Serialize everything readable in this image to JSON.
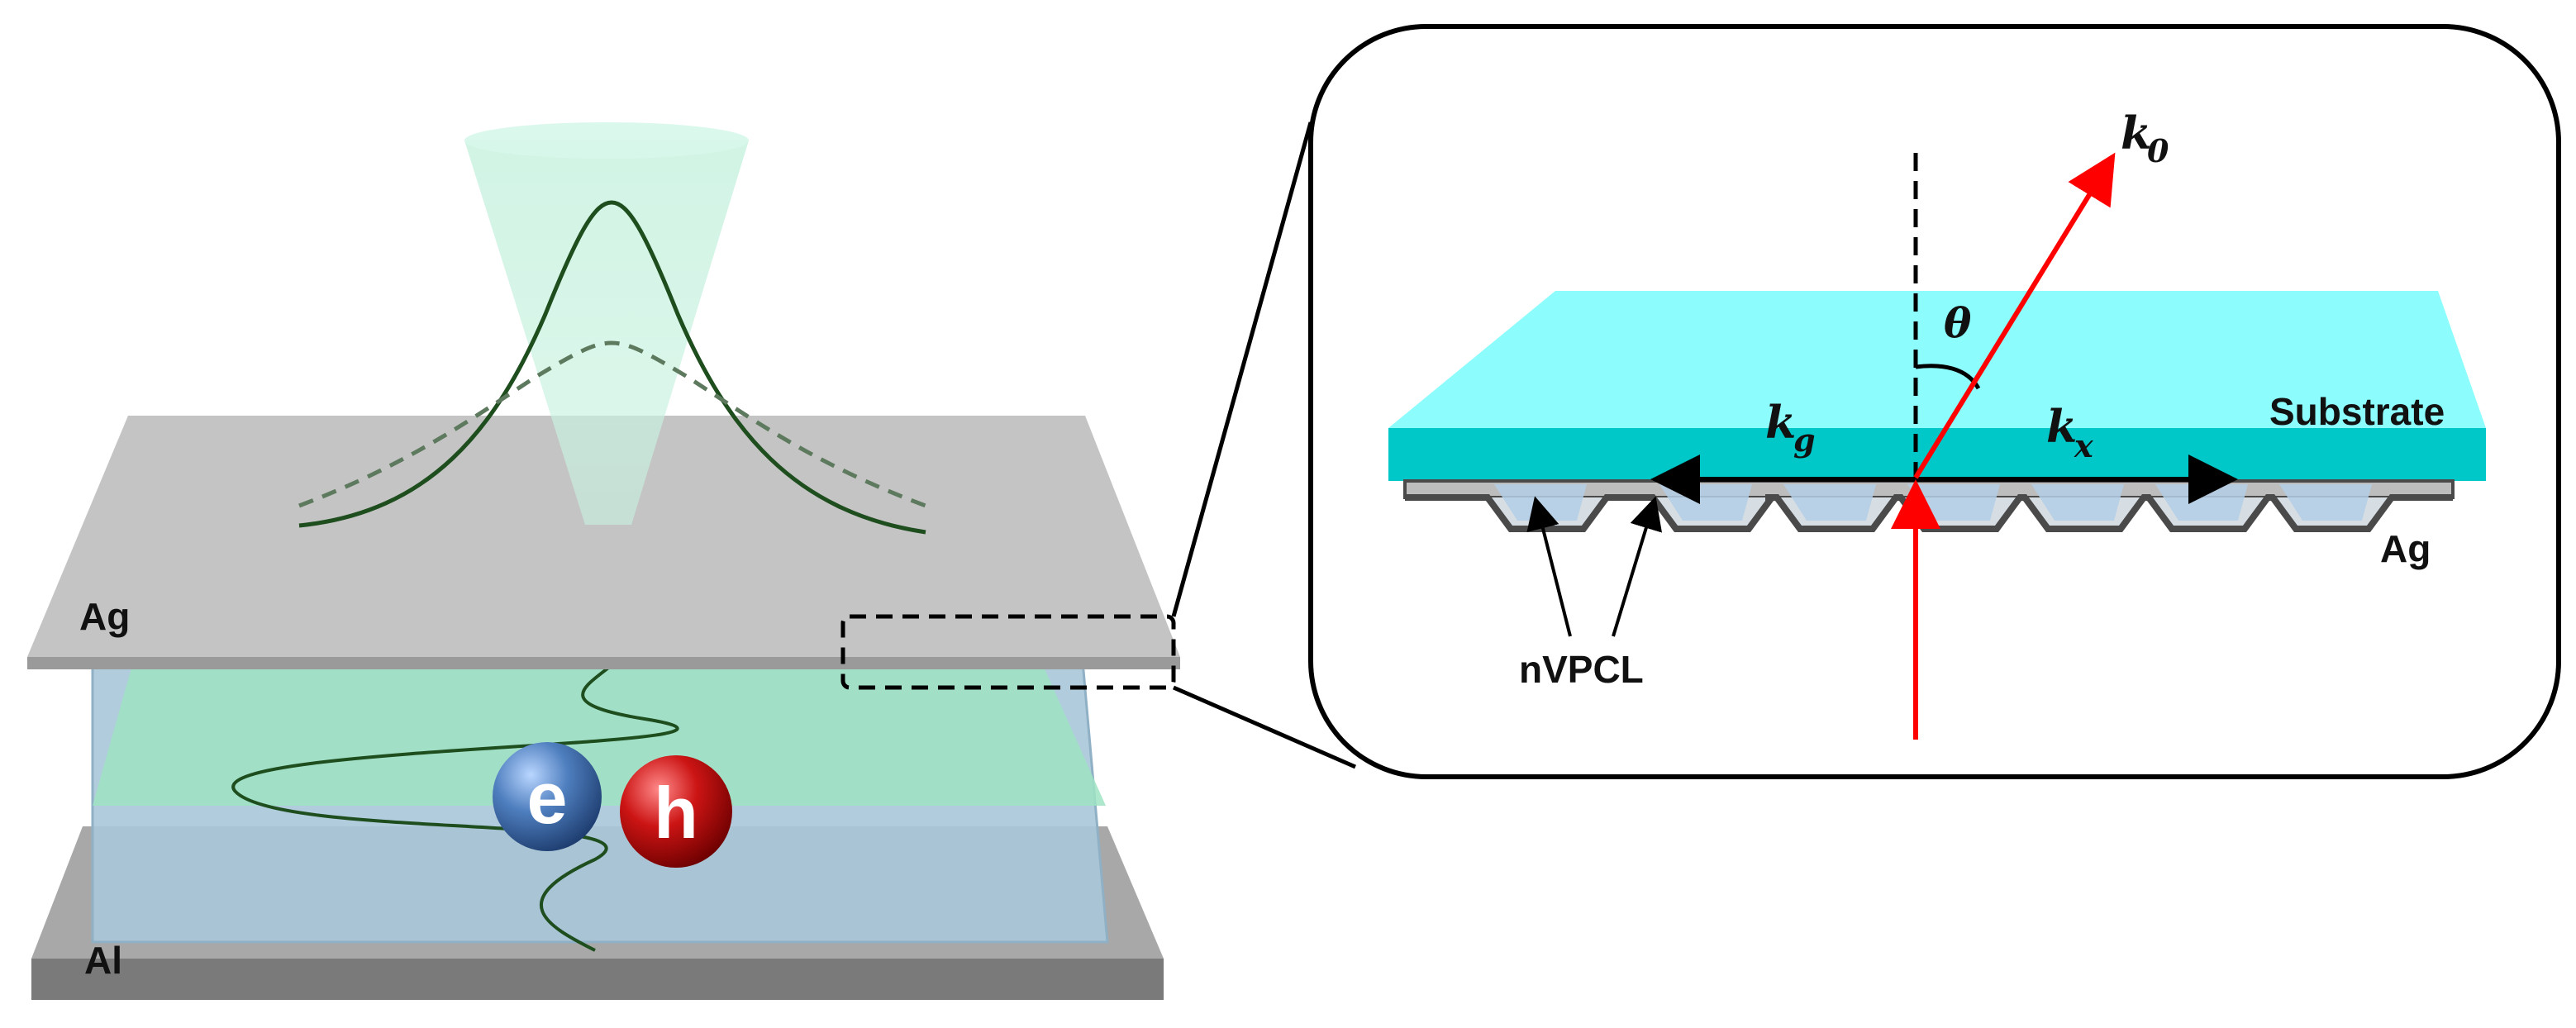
{
  "labels": {
    "ag_left": "Ag",
    "al_left": "Al",
    "electron": "e",
    "hole": "h",
    "substrate": "Substrate",
    "ag_right": "Ag",
    "nvpcl": "nVPCL"
  },
  "math": {
    "k0_base": "k",
    "k0_sub": "0",
    "theta": "θ",
    "kg_base": "k",
    "kg_sub": "g",
    "kx_base": "k",
    "kx_sub": "x"
  },
  "colors": {
    "ag_plate": "#c4c4c4",
    "al_plate": "#a8a8a8",
    "cavity_blue": "#a9c6d8",
    "emitter_green": "#9fe3c3",
    "cone": "#c9f2e0",
    "curve": "#1e4d1e",
    "substrate": "#8dfcfc",
    "ray": "#ff0000",
    "electron": "#4f7fbf",
    "hole": "#cc1414"
  }
}
